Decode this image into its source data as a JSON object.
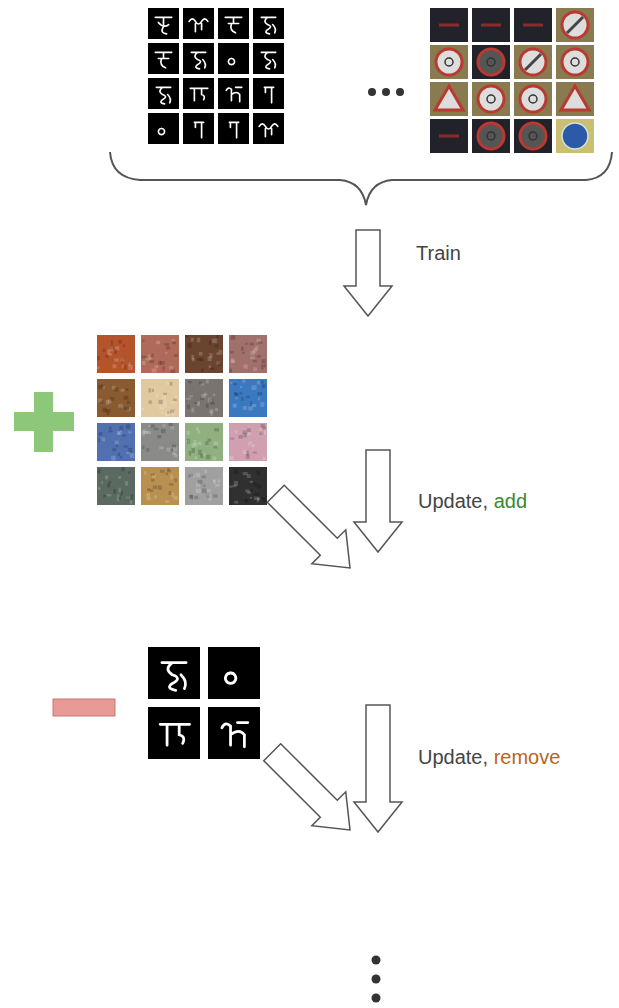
{
  "diagram": {
    "labels": [
      "Train",
      "Update,",
      "add",
      "Update,",
      "remove"
    ]
  }
}
